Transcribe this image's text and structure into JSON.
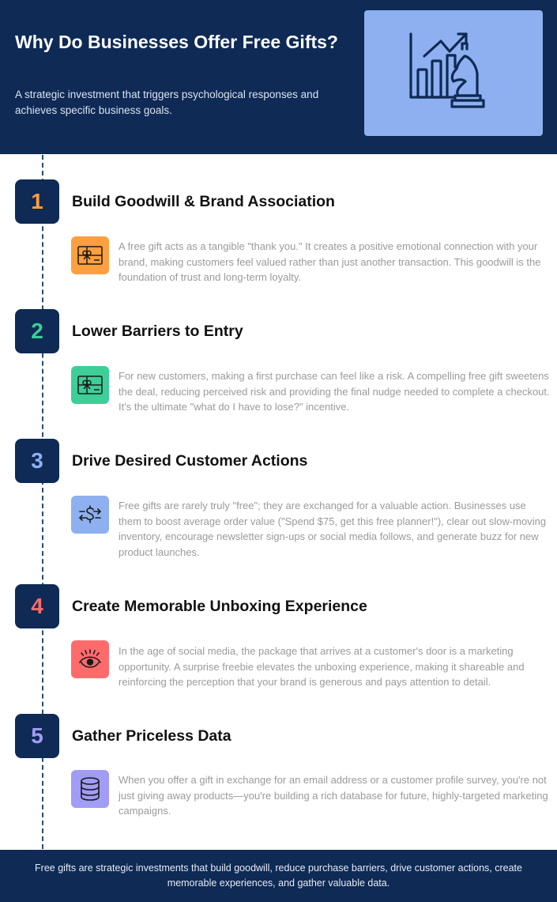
{
  "header": {
    "title": "Why Do Businesses Offer Free Gifts?",
    "subtitle": "A strategic investment that triggers psychological responses and achieves specific business goals.",
    "art_icon": "chart-growth-chess-knight-icon",
    "art_bg": "#8eb0f0"
  },
  "colors": {
    "navy": "#0e2a55",
    "orange": "#ff9f3f",
    "green": "#3ccf98",
    "blue": "#8eb0f0",
    "red": "#ff6b6b",
    "purple": "#a19cf6"
  },
  "steps": [
    {
      "number": "1",
      "number_color": "#ff9f3f",
      "title": "Build Goodwill & Brand Association",
      "icon": "gift-card-icon",
      "icon_bg": "#ff9f3f",
      "description": "A free gift acts as a tangible \"thank you.\" It creates a positive emotional connection with your brand, making customers feel valued rather than just another transaction. This goodwill is the foundation of trust and long-term loyalty."
    },
    {
      "number": "2",
      "number_color": "#3ccf98",
      "title": "Lower Barriers to Entry",
      "icon": "gift-card-icon",
      "icon_bg": "#3ccf98",
      "description": "For new customers, making a first purchase can feel like a risk. A compelling free gift sweetens the deal, reducing perceived risk and providing the final nudge needed to complete a checkout. It's the ultimate \"what do I have to lose?\" incentive."
    },
    {
      "number": "3",
      "number_color": "#8eb0f0",
      "title": "Drive Desired Customer Actions",
      "icon": "dollar-exchange-icon",
      "icon_bg": "#8eb0f0",
      "description": "Free gifts are rarely truly \"free\"; they are exchanged for a valuable action. Businesses use them to boost average order value (\"Spend $75, get this free planner!\"), clear out slow-moving inventory, encourage newsletter sign-ups or social media follows, and generate buzz for new product launches."
    },
    {
      "number": "4",
      "number_color": "#ff6b6b",
      "title": "Create Memorable Unboxing Experience",
      "icon": "eye-icon",
      "icon_bg": "#ff6b6b",
      "description": "In the age of social media, the package that arrives at a customer's door is a marketing opportunity. A surprise freebie elevates the unboxing experience, making it shareable and reinforcing the perception that your brand is generous and pays attention to detail."
    },
    {
      "number": "5",
      "number_color": "#a19cf6",
      "title": "Gather Priceless Data",
      "icon": "database-icon",
      "icon_bg": "#a19cf6",
      "description": "When you offer a gift in exchange for an email address or a customer profile survey, you're not just giving away products—you're building a rich database for future, highly-targeted marketing campaigns."
    }
  ],
  "footer": {
    "text": "Free gifts are strategic investments that build goodwill, reduce purchase barriers, drive customer actions, create memorable experiences, and gather valuable data."
  }
}
